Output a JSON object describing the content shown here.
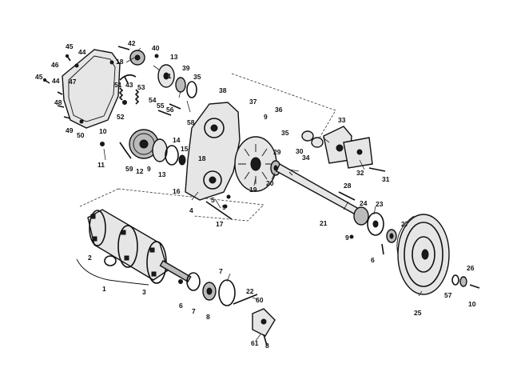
{
  "callouts": [
    {
      "id": "45a",
      "text": "45"
    },
    {
      "id": "44a",
      "text": "44"
    },
    {
      "id": "46",
      "text": "46"
    },
    {
      "id": "45b",
      "text": "45"
    },
    {
      "id": "44b",
      "text": "44"
    },
    {
      "id": "47",
      "text": "47"
    },
    {
      "id": "48",
      "text": "48"
    },
    {
      "id": "49",
      "text": "49"
    },
    {
      "id": "50",
      "text": "50"
    },
    {
      "id": "42",
      "text": "42"
    },
    {
      "id": "18a",
      "text": "18"
    },
    {
      "id": "43",
      "text": "43"
    },
    {
      "id": "40",
      "text": "40"
    },
    {
      "id": "13a",
      "text": "13"
    },
    {
      "id": "39",
      "text": "39"
    },
    {
      "id": "41",
      "text": "41"
    },
    {
      "id": "35a",
      "text": "35"
    },
    {
      "id": "51",
      "text": "51"
    },
    {
      "id": "53",
      "text": "53"
    },
    {
      "id": "38",
      "text": "38"
    },
    {
      "id": "54",
      "text": "54"
    },
    {
      "id": "55",
      "text": "55"
    },
    {
      "id": "56",
      "text": "56"
    },
    {
      "id": "37",
      "text": "37"
    },
    {
      "id": "9a",
      "text": "9"
    },
    {
      "id": "36",
      "text": "36"
    },
    {
      "id": "52",
      "text": "52"
    },
    {
      "id": "58",
      "text": "58"
    },
    {
      "id": "35b",
      "text": "35"
    },
    {
      "id": "10",
      "text": "10"
    },
    {
      "id": "14",
      "text": "14"
    },
    {
      "id": "15",
      "text": "15"
    },
    {
      "id": "18b",
      "text": "18"
    },
    {
      "id": "11",
      "text": "11"
    },
    {
      "id": "59",
      "text": "59"
    },
    {
      "id": "12",
      "text": "12"
    },
    {
      "id": "9b",
      "text": "9"
    },
    {
      "id": "13b",
      "text": "13"
    },
    {
      "id": "16",
      "text": "16"
    },
    {
      "id": "29",
      "text": "29"
    },
    {
      "id": "30",
      "text": "30"
    },
    {
      "id": "34",
      "text": "34"
    },
    {
      "id": "33",
      "text": "33"
    },
    {
      "id": "20",
      "text": "20"
    },
    {
      "id": "19",
      "text": "19"
    },
    {
      "id": "32",
      "text": "32"
    },
    {
      "id": "31",
      "text": "31"
    },
    {
      "id": "5",
      "text": "5"
    },
    {
      "id": "9c",
      "text": "9"
    },
    {
      "id": "4",
      "text": "4"
    },
    {
      "id": "17",
      "text": "17"
    },
    {
      "id": "28",
      "text": "28"
    },
    {
      "id": "24",
      "text": "24"
    },
    {
      "id": "23",
      "text": "23"
    },
    {
      "id": "21",
      "text": "21"
    },
    {
      "id": "27",
      "text": "27"
    },
    {
      "id": "9d",
      "text": "9"
    },
    {
      "id": "6a",
      "text": "6"
    },
    {
      "id": "2",
      "text": "2"
    },
    {
      "id": "1",
      "text": "1"
    },
    {
      "id": "3",
      "text": "3"
    },
    {
      "id": "7a",
      "text": "7"
    },
    {
      "id": "6b",
      "text": "6"
    },
    {
      "id": "7b",
      "text": "7"
    },
    {
      "id": "8a",
      "text": "8"
    },
    {
      "id": "22",
      "text": "22"
    },
    {
      "id": "60",
      "text": "60"
    },
    {
      "id": "61",
      "text": "61"
    },
    {
      "id": "8b",
      "text": "8"
    },
    {
      "id": "26",
      "text": "26"
    },
    {
      "id": "57",
      "text": "57"
    },
    {
      "id": "10b",
      "text": "10"
    },
    {
      "id": "25",
      "text": "25"
    }
  ]
}
